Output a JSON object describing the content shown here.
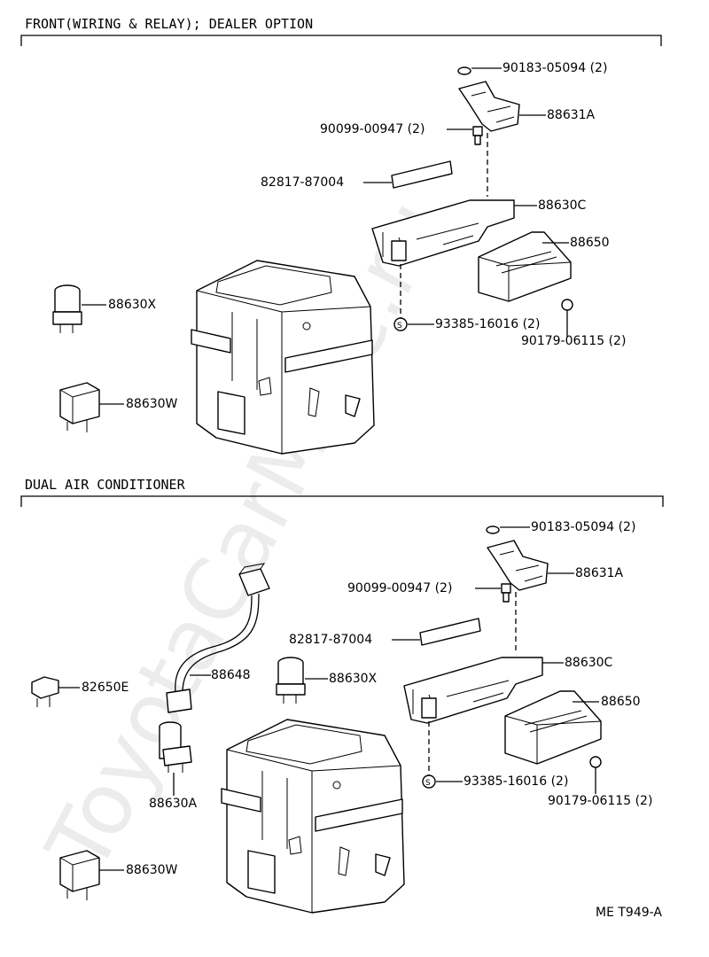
{
  "watermark": "ToyotaCarMine.ru",
  "sections": [
    {
      "title": "FRONT(WIRING & RELAY); DEALER OPTION",
      "labels": {
        "clip": "90183-05094 (2)",
        "bracket": "88631A",
        "bolt": "90099-00947 (2)",
        "tube": "82817-87004",
        "relay_block": "88630C",
        "amp": "88650",
        "screw": "93385-16016 (2)",
        "nut": "90179-06115 (2)",
        "relay_x": "88630X",
        "relay_w": "88630W"
      }
    },
    {
      "title": "DUAL AIR CONDITIONER",
      "labels": {
        "clip": "90183-05094 (2)",
        "bracket": "88631A",
        "bolt": "90099-00947 (2)",
        "tube": "82817-87004",
        "relay_block": "88630C",
        "amp": "88650",
        "screw": "93385-16016 (2)",
        "nut": "90179-06115 (2)",
        "relay_x": "88630X",
        "relay_w": "88630W",
        "connector": "82650E",
        "harness": "88648",
        "relay_a": "88630A"
      }
    }
  ],
  "code": "ME T949-A"
}
